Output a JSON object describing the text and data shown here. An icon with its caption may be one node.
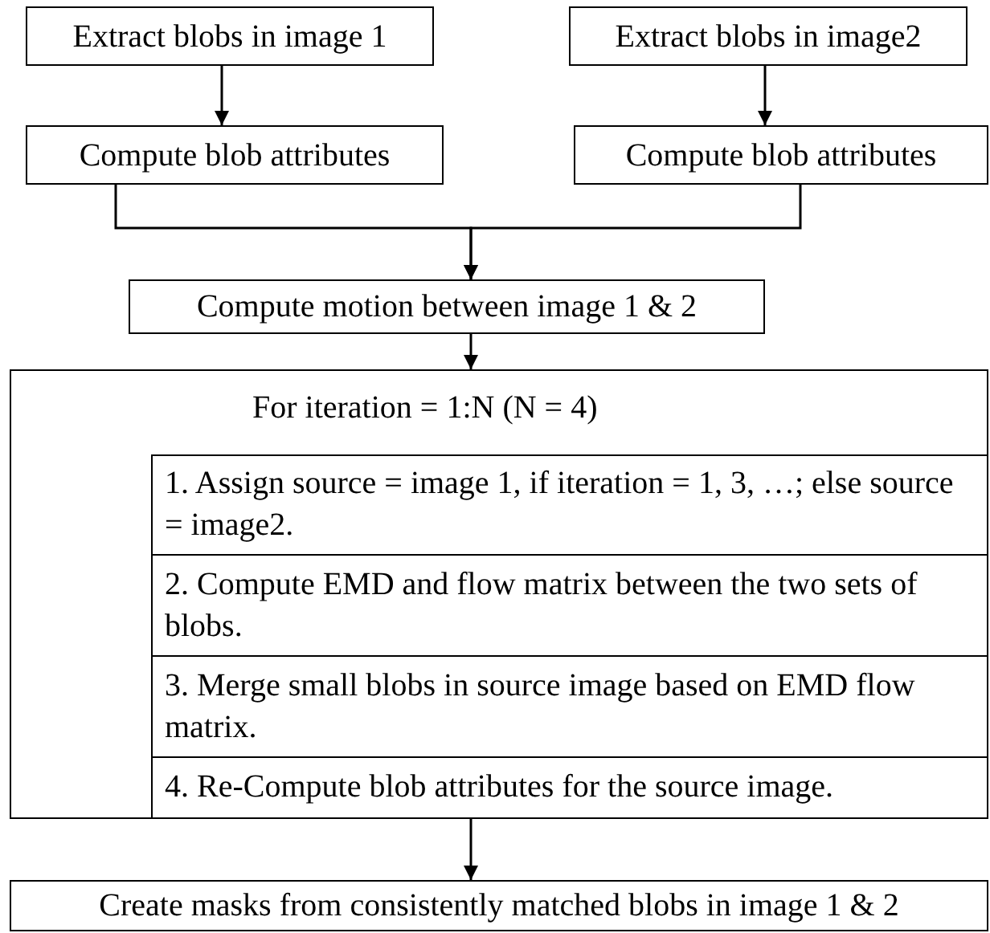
{
  "diagram": {
    "nodes": [
      {
        "text": [
          "Extract blobs in image 1"
        ]
      },
      {
        "text": [
          "Extract blobs in image2"
        ]
      },
      {
        "text": [
          "Compute blob attributes"
        ]
      },
      {
        "text": [
          "Compute blob attributes"
        ]
      },
      {
        "text": [
          "Compute motion between image 1 & 2"
        ]
      },
      {
        "text": [
          "For iteration = 1:N (N = 4)"
        ]
      },
      {
        "text": [
          "1. Assign source = image 1, if iteration = 1, 3, …; else source = image2."
        ],
        "in": 5
      },
      {
        "text": [
          "2. Compute EMD and flow matrix between the two sets of blobs."
        ],
        "in": 5
      },
      {
        "text": [
          "3. Merge small blobs in source image based on EMD flow matrix."
        ],
        "in": 5
      },
      {
        "text": [
          "4. Re-Compute blob attributes for the source image."
        ],
        "in": 5
      },
      {
        "text": [
          "Create masks from consistently matched blobs in image 1 & 2"
        ]
      }
    ],
    "edges": [
      {
        "from": 0,
        "to": 2,
        "arrow": "to"
      },
      {
        "from": 1,
        "to": 3,
        "arrow": "to"
      },
      {
        "from": 2,
        "to": 4,
        "arrow": "to"
      },
      {
        "from": 3,
        "to": 4,
        "arrow": "to"
      },
      {
        "from": 4,
        "to": 5,
        "arrow": "to"
      },
      {
        "from": 5,
        "to": 10,
        "arrow": "to"
      }
    ]
  }
}
